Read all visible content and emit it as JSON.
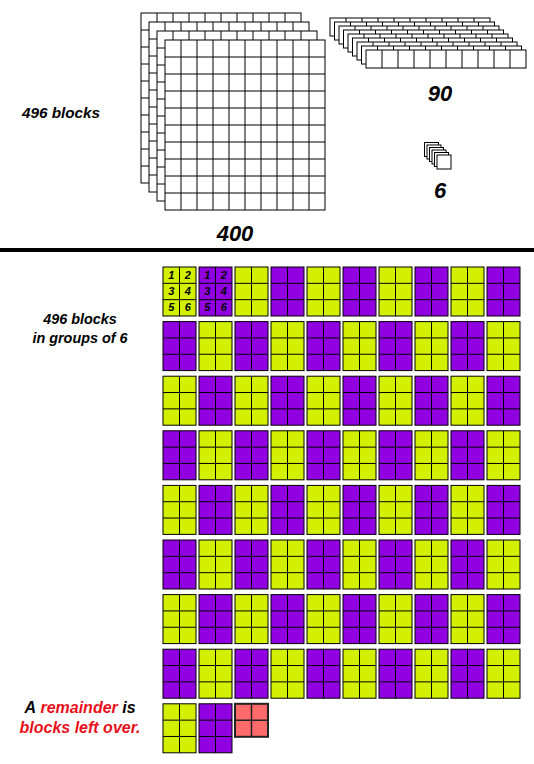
{
  "diagram": {
    "nodes": [
      {
        "text": [
          "1",
          "2",
          "3",
          "4",
          "5",
          "6"
        ]
      },
      {
        "text": [
          "1",
          "2",
          "3",
          "4",
          "5",
          "6"
        ]
      }
    ],
    "labels": [
      "496 blocks",
      "400",
      "90",
      "6",
      "496 blocks",
      "in groups of 6",
      "A",
      "remainder",
      "is",
      "blocks left over."
    ]
  }
}
